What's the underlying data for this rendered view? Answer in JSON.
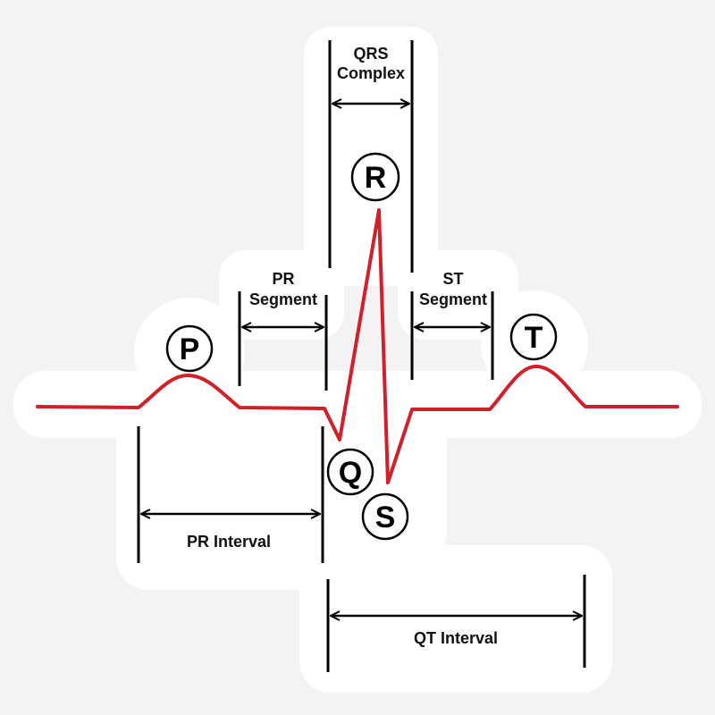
{
  "colors": {
    "background": "#f3f3f3",
    "sticker": "#ffffff",
    "ecg_trace": "#d0202a",
    "lines": "#000000"
  },
  "waves": {
    "p": "P",
    "q": "Q",
    "r": "R",
    "s": "S",
    "t": "T"
  },
  "labels": {
    "qrs_complex_line1": "QRS",
    "qrs_complex_line2": "Complex",
    "pr_segment_line1": "PR",
    "pr_segment_line2": "Segment",
    "st_segment_line1": "ST",
    "st_segment_line2": "Segment",
    "pr_interval": "PR Interval",
    "qt_interval": "QT Interval"
  }
}
